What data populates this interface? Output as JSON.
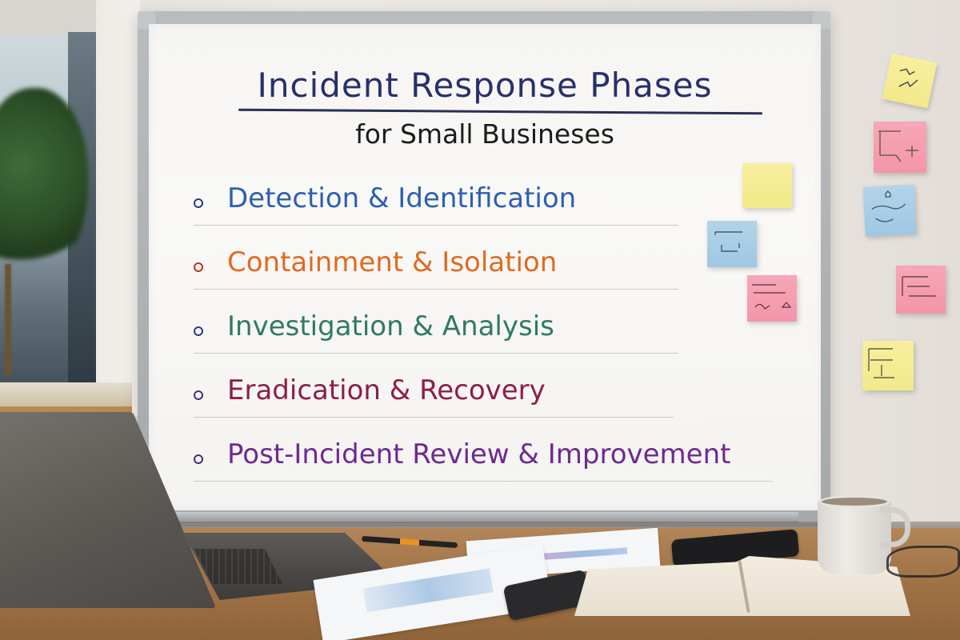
{
  "scene": {
    "description": "Whiteboard on office wall above a wooden desk",
    "colors": {
      "wall": "#ece8e3",
      "board": "#f7f6f4",
      "frame": "#b0b3b5",
      "desk": "#a4774a"
    }
  },
  "whiteboard": {
    "title": "Incident Response Phases",
    "title_color": "#27306a",
    "subtitle": "for Small Busineses",
    "subtitle_color": "#1c1c1c",
    "phases": [
      {
        "label": "Detection & Identification",
        "color": "#2e5fb0",
        "rule_width": 606
      },
      {
        "label": "Containment & Isolation",
        "color": "#e06a22",
        "rule_width": 606
      },
      {
        "label": "Investigation & Analysis",
        "color": "#2f7a62",
        "rule_width": 606
      },
      {
        "label": "Eradication & Recovery",
        "color": "#8c1f44",
        "rule_width": 600
      },
      {
        "label": "Post-Incident Review & Improvement",
        "color": "#6e2a8e",
        "rule_width": 724
      }
    ],
    "bullet_color": "#2d3a88"
  },
  "sticky_notes": [
    {
      "color": "yellow",
      "has_scribbles": true
    },
    {
      "color": "pink",
      "has_scribbles": true
    },
    {
      "color": "blue",
      "has_scribbles": true
    },
    {
      "color": "yellow",
      "has_scribbles": false
    },
    {
      "color": "blue",
      "has_scribbles": true
    },
    {
      "color": "pink",
      "has_scribbles": true
    },
    {
      "color": "pink",
      "has_scribbles": true
    },
    {
      "color": "yellow",
      "has_scribbles": true
    }
  ],
  "desk_items": [
    "laptop",
    "pen",
    "printed-charts",
    "smartphone",
    "smartphone",
    "open-notebook",
    "coffee-mug",
    "eyeglasses"
  ]
}
